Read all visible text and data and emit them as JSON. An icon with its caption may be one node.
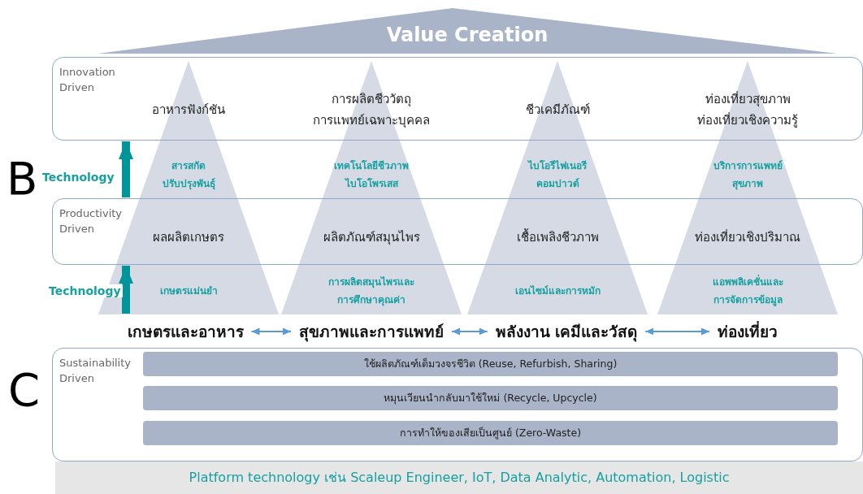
{
  "diagram": {
    "nodes": [
      {
        "text": [
          "Value Creation"
        ]
      },
      {
        "text": [
          "Innovation Driven"
        ]
      },
      {
        "text": [
          "Productivity Driven"
        ]
      },
      {
        "text": [
          "อาหารฟังก์ชัน",
          "สารสกัด ปรับปรุงพันธุ์",
          "ผลผลิตเกษตร",
          "เกษตรแม่นยำ"
        ]
      },
      {
        "text": [
          "การผลิตชีววัตถุ การแพทย์เฉพาะบุคคล",
          "เทคโนโลยีชีวภาพ ไบโอโพรเสส",
          "ผลิตภัณฑ์สมุนไพร",
          "การผลิตสมุนไพรและ การศึกษาคุณค่า"
        ]
      },
      {
        "text": [
          "ชีวเคมีภัณฑ์",
          "ไบโอรีไฟเนอรี คอมปาวด์",
          "เชื้อเพลิงชีวภาพ",
          "เอนไซม์และการหมัก"
        ]
      },
      {
        "text": [
          "ท่องเที่ยวสุขภาพ ท่องเที่ยวเชิงความรู้",
          "บริการการแพทย์ สุขภาพ",
          "ท่องเที่ยวเชิงปริมาณ",
          "แอพพลิเคชั่นและ การจัดการข้อมูล"
        ]
      },
      {
        "text": [
          "เกษตรและอาหาร"
        ]
      },
      {
        "text": [
          "สุขภาพและการแพทย์"
        ]
      },
      {
        "text": [
          "พลังงาน เคมีและวัสดุ"
        ]
      },
      {
        "text": [
          "ท่องเที่ยว"
        ]
      },
      {
        "text": [
          "Sustainability Driven"
        ]
      },
      {
        "text": [
          "ใช้ผลิตภัณฑ์เต็มวงจรชีวิต (Reuse, Refurbish, Sharing)"
        ],
        "in": 11
      },
      {
        "text": [
          "หมุนเวียนนำกลับมาใช้ใหม่ (Recycle, Upcycle)"
        ],
        "in": 11
      },
      {
        "text": [
          "การทำให้ของเสียเป็นศูนย์ (Zero-Waste)"
        ],
        "in": 11
      },
      {
        "text": [
          "Platform technology เช่น Scaleup Engineer, IoT, Data Analytic, Automation, Logistic"
        ]
      }
    ],
    "edges": [
      {
        "from": 2,
        "to": 1,
        "arrow": "to",
        "label": "Technology",
        "style": "thick",
        "color": "#00959a"
      },
      {
        "from": 3,
        "to": 2,
        "arrow": "to",
        "label": "Technology",
        "style": "thick",
        "color": "#00959a"
      },
      {
        "from": 7,
        "to": 8,
        "arrow": "both"
      },
      {
        "from": 8,
        "to": 9,
        "arrow": "both"
      },
      {
        "from": 9,
        "to": 10,
        "arrow": "both"
      }
    ],
    "labels": [
      "B",
      "C"
    ]
  }
}
